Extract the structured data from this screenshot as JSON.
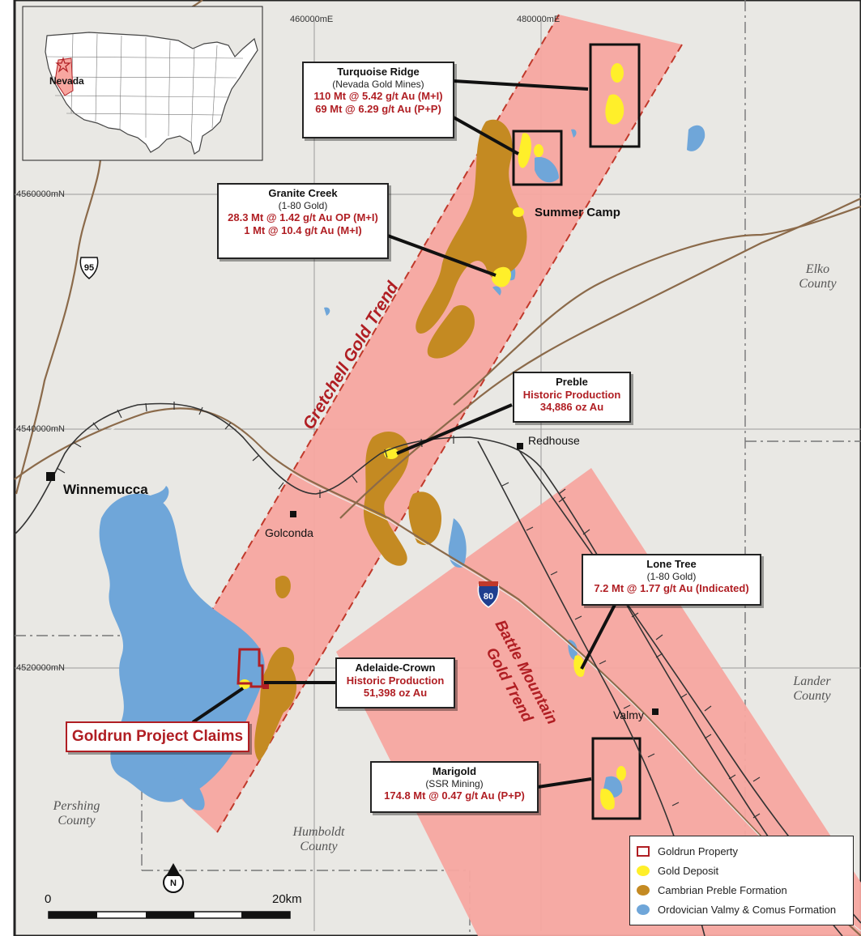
{
  "grid_labels": {
    "e_460": "460000mE",
    "e_480": "480000mE",
    "n_4560": "4560000mN",
    "n_4540": "4540000mN",
    "n_4520": "4520000mN"
  },
  "inset": {
    "state_label": "Nevada"
  },
  "trends": {
    "gretchell": "Gretchell Gold Trend",
    "battle_mountain_line1": "Battle Mountain",
    "battle_mountain_line2": "Gold Trend"
  },
  "places": {
    "summer_camp": "Summer Camp",
    "redhouse": "Redhouse",
    "winnemucca": "Winnemucca",
    "golconda": "Golconda",
    "valmy": "Valmy"
  },
  "highways": {
    "us95": "95",
    "i80": "80"
  },
  "counties": {
    "elko_1": "Elko",
    "elko_2": "County",
    "lander_1": "Lander",
    "lander_2": "County",
    "pershing_1": "Pershing",
    "pershing_2": "County",
    "humboldt_1": "Humboldt",
    "humboldt_2": "County"
  },
  "callouts": {
    "turquoise_ridge": {
      "title": "Turquoise Ridge",
      "sub": "(Nevada Gold Mines)",
      "line1": "110 Mt @ 5.42 g/t Au (M+I)",
      "line2": "69 Mt @ 6.29 g/t Au (P+P)"
    },
    "granite_creek": {
      "title": "Granite Creek",
      "sub": "(1-80 Gold)",
      "line1": "28.3 Mt @ 1.42 g/t Au OP (M+I)",
      "line2": "1 Mt @ 10.4 g/t Au (M+I)"
    },
    "preble": {
      "title": "Preble",
      "line1": "Historic Production",
      "line2": "34,886 oz Au"
    },
    "lone_tree": {
      "title": "Lone Tree",
      "sub": "(1-80 Gold)",
      "line1": "7.2 Mt @ 1.77 g/t Au (Indicated)"
    },
    "adelaide_crown": {
      "title": "Adelaide-Crown",
      "line1": "Historic Production",
      "line2": "51,398 oz Au"
    },
    "marigold": {
      "title": "Marigold",
      "sub": "(SSR Mining)",
      "line1": "174.8 Mt @ 0.47 g/t Au (P+P)"
    }
  },
  "project_claims": "Goldrun Project Claims",
  "scale_bar": {
    "start": "0",
    "end": "20km"
  },
  "north_arrow": "N",
  "legend": {
    "items": [
      {
        "label": "Goldrun Property",
        "color": "#b01e23",
        "kind": "outline"
      },
      {
        "label": "Gold Deposit",
        "color": "#ffef2a",
        "kind": "ellipse"
      },
      {
        "label": "Cambrian Preble Formation",
        "color": "#c48a22",
        "kind": "ellipse"
      },
      {
        "label": "Ordovician Valmy & Comus Formation",
        "color": "#6fa6d9",
        "kind": "ellipse"
      }
    ]
  },
  "colors": {
    "trend_fill": "#f7a7a0",
    "trend_dash": "#c0392b",
    "gold": "#ffef2a",
    "preble": "#c48a22",
    "valmy": "#6fa6d9",
    "road": "#8b6a4a",
    "accent_red": "#b01e23"
  }
}
